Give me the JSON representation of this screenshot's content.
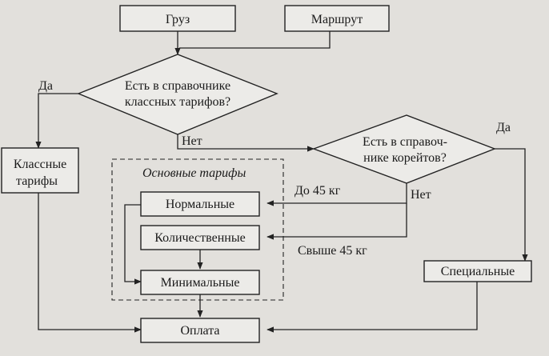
{
  "nodes": {
    "cargo": "Груз",
    "route": "Маршрут",
    "q_class_line1": "Есть в справочнике",
    "q_class_line2": "классных тарифов?",
    "q_coeff_line1": "Есть в справоч-",
    "q_coeff_line2": "нике корейтов?",
    "class_line1": "Классные",
    "class_line2": "тарифы",
    "basic_group": "Основные тарифы",
    "normal": "Нормальные",
    "quantity": "Количественные",
    "minimal": "Минимальные",
    "special": "Специальные",
    "payment": "Оплата"
  },
  "edge_labels": {
    "yes_left": "Да",
    "no_mid": "Нет",
    "yes_right": "Да",
    "no_right": "Нет",
    "up_to_45": "До 45 кг",
    "over_45": "Свыше 45 кг"
  },
  "colors": {
    "background": "#e2e0dc",
    "box_fill": "#ecebe8",
    "stroke": "#222222"
  }
}
